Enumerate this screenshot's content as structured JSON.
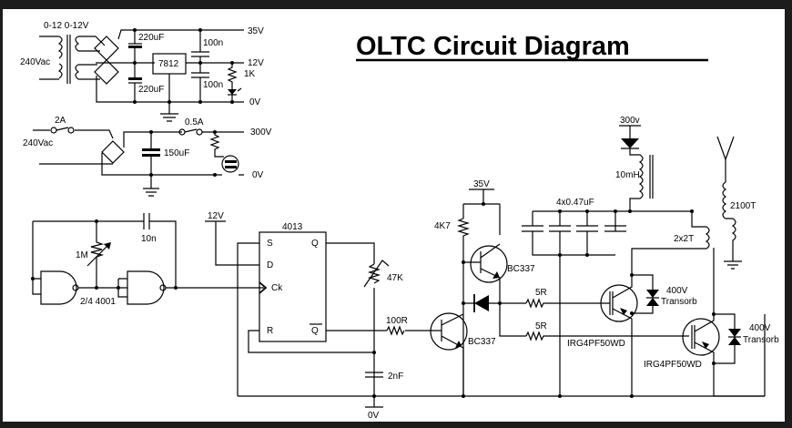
{
  "title": "OLTC Circuit Diagram",
  "colors": {
    "frame": "#1c1c1c",
    "background": "#ffffff",
    "ink": "#000000"
  },
  "psu_low": {
    "transformer_secondary": "0-12 0-12V",
    "input": "240Vac",
    "cap_top": "220uF",
    "cap_bottom": "220uF",
    "regulator": "7812",
    "cap_out_top": "100n",
    "cap_out_bottom": "100n",
    "resistor": "1K",
    "rail_35v": "35V",
    "rail_12v": "12V",
    "rail_0v": "0V"
  },
  "psu_high": {
    "fuse_in": "2A",
    "input": "240Vac",
    "cap": "150uF",
    "fuse_out": "0.5A",
    "rail_300v": "300V",
    "rail_0v": "0V"
  },
  "oscillator": {
    "pot": "1M",
    "cap": "10n",
    "gates": "2/4 4001"
  },
  "flipflop": {
    "supply": "12V",
    "ic": "4013",
    "pin_s": "S",
    "pin_d": "D",
    "pin_ck": "Ck",
    "pin_r": "R",
    "pin_q": "Q",
    "pin_qbar": "Q",
    "pot": "47K",
    "resistor": "100R",
    "cap": "2nF",
    "ground": "0V"
  },
  "driver": {
    "supply": "35V",
    "resistor": "4K7",
    "q_top": "BC337",
    "q_bottom": "BC337",
    "gate_r1": "5R",
    "gate_r2": "5R"
  },
  "output_stage": {
    "supply": "300v",
    "inductor": "10mH",
    "caps": "4x0.47uF",
    "primary": "2x2T",
    "secondary": "2100T",
    "igbt1": "IRG4PF50WD",
    "igbt2": "IRG4PF50WD",
    "tvs1_v": "400V",
    "tvs1_t": "Transorb",
    "tvs2_v": "400V",
    "tvs2_t": "Transorb"
  }
}
